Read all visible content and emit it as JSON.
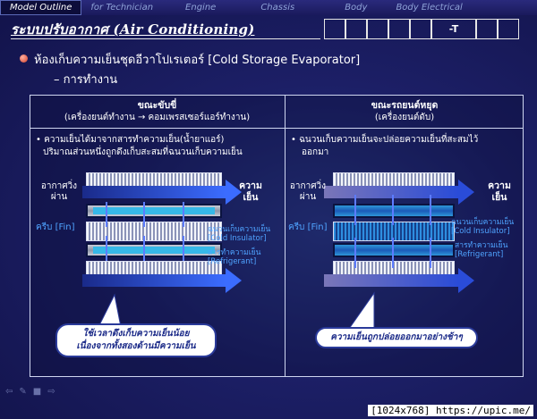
{
  "nav": {
    "items": [
      {
        "label": "Model Outline",
        "active": true
      },
      {
        "label": "for Technician",
        "active": false
      },
      {
        "label": "Engine",
        "active": false
      },
      {
        "label": "Chassis",
        "active": false
      },
      {
        "label": "Body",
        "active": false
      },
      {
        "label": "Body Electrical",
        "active": false
      }
    ]
  },
  "title": "ระบบปรับอากาศ (Air Conditioning)",
  "code_box": "-T",
  "bullet_main": "ห้องเก็บความเย็นชุดอีวาโปเรเตอร์ [Cold Storage Evaporator]",
  "bullet_sub": "– การทำงาน",
  "left": {
    "header_title": "ขณะขับขี่",
    "header_sub": "(เครื่องยนต์ทำงาน → คอมเพรสเซอร์แอร์ทำงาน)",
    "desc_line1": "• ความเย็นได้มาจากสารทำความเย็น(น้ำยาแอร์)",
    "desc_line2": "ปริมาณส่วนหนึ่งถูกดึงเก็บสะสมที่ฉนวนเก็บความเย็น",
    "label_air_1": "อากาศวิ่ง",
    "label_air_2": "ผ่าน",
    "label_cool_1": "ความ",
    "label_cool_2": "เย็น",
    "label_fin": "ครีบ [Fin]",
    "label_insulator_1": "ฉนวนเก็บความเย็น",
    "label_insulator_2": "[Cold Insulator]",
    "label_refrigerant_1": "สารทำความเย็น",
    "label_refrigerant_2": "[Refrigerant]",
    "callout_1": "ใช้เวลาดึงเก็บความเย็นน้อย",
    "callout_2": "เนื่องจากทั้งสองด้านมีความเย็น"
  },
  "right": {
    "header_title": "ขณะรถยนต์หยุด",
    "header_sub": "(เครื่องยนต์ดับ)",
    "desc_line1": "•  ฉนวนเก็บความเย็นจะปล่อยความเย็นที่สะสมไว้",
    "desc_line2": "ออกมา",
    "label_air_1": "อากาศวิ่ง",
    "label_air_2": "ผ่าน",
    "label_cool_1": "ความ",
    "label_cool_2": "เย็น",
    "label_fin": "ครีบ [Fin]",
    "label_insulator_1": "ฉนวนเก็บความเย็น",
    "label_insulator_2": "[Cold Insulator]",
    "label_refrigerant_1": "สารทำความเย็น",
    "label_refrigerant_2": "[Refrigerant]",
    "callout": "ความเย็นถูกปล่อยออกมาอย่างช้าๆ"
  },
  "footer_icons": [
    "back-arrow-icon",
    "pen-icon",
    "screen-icon",
    "forward-arrow-icon"
  ],
  "watermark": "[1024x768] https://upic.me/",
  "colors": {
    "background": "#1b1c5e",
    "air_arrow": "#3b6cff",
    "insulator": "#36b8e8",
    "label_blue": "#4fa3ff"
  }
}
